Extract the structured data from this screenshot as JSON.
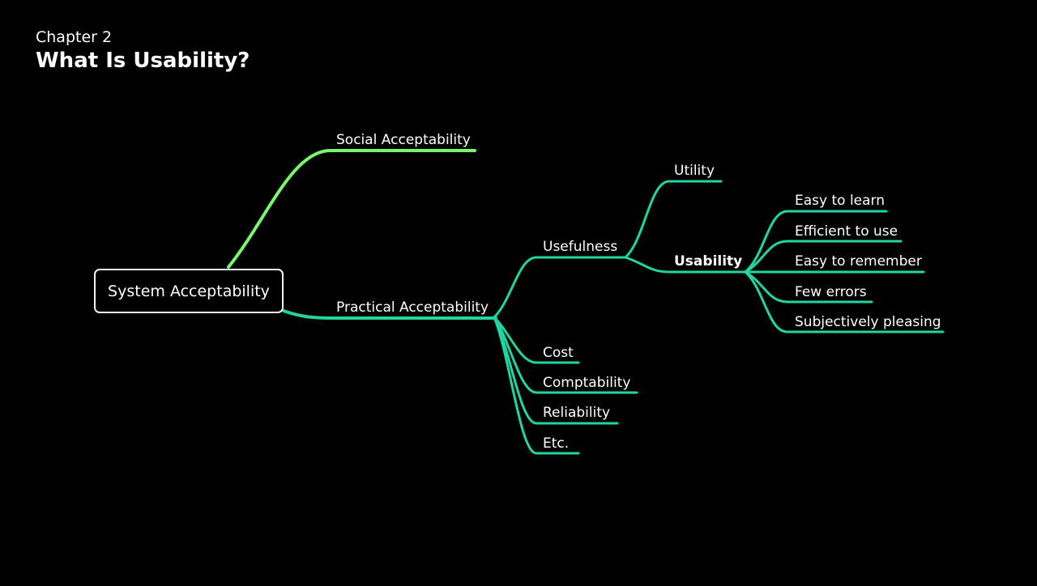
{
  "header": {
    "chapter": "Chapter 2",
    "title": "What Is Usability?"
  },
  "colors": {
    "background": "#000000",
    "social_branch": "#7af56e",
    "practical_branch": "#1fd6a3",
    "root_border": "#f2f2f2",
    "text": "#ffffff"
  },
  "mindmap": {
    "root": "System Acceptability",
    "social": "Social Acceptability",
    "practical": "Practical Acceptability",
    "usefulness": "Usefulness",
    "utility": "Utility",
    "usability": "Usability",
    "usability_children": [
      "Easy to learn",
      "Efficient to use",
      "Easy to remember",
      "Few errors",
      "Subjectively pleasing"
    ],
    "practical_children": [
      "Cost",
      "Comptability",
      "Reliability",
      "Etc."
    ]
  }
}
